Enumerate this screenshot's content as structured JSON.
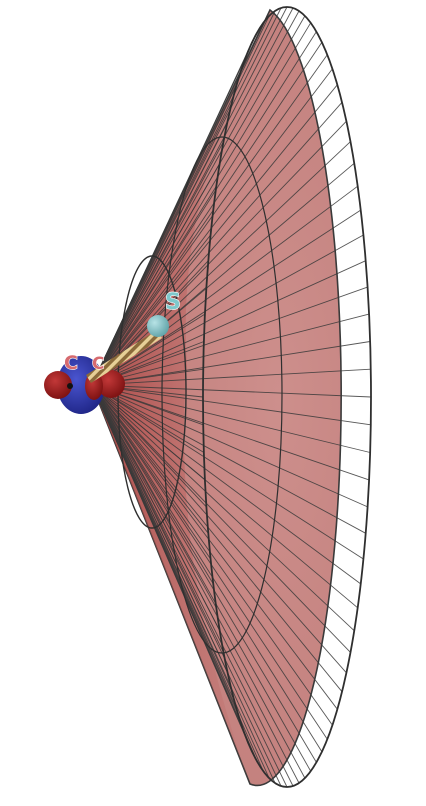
{
  "scene": {
    "type": "3d-molecular-cone-visualization",
    "background_color": "#ffffff",
    "cone": {
      "fill_color": "#c98784",
      "shadow_color": "#b45a57",
      "line_color": "#3a3a3a",
      "generator_line_count": 88,
      "inner_ring": true
    },
    "atoms": {
      "sulfur": {
        "label": "S",
        "label_color": "#7ec8cc",
        "sphere_color": "#7fbfc3"
      },
      "carbon_left": {
        "label": "C",
        "label_color": "#d66a6f",
        "sphere_color": "#9e1c1c"
      },
      "carbon_right": {
        "label": "C",
        "label_color": "#d66a6f",
        "sphere_color": "#9e1c1c"
      },
      "central_ring_color": "#2a33a8"
    },
    "bond": {
      "color_a": "#d9c089",
      "color_b": "#8a6a3a"
    }
  }
}
